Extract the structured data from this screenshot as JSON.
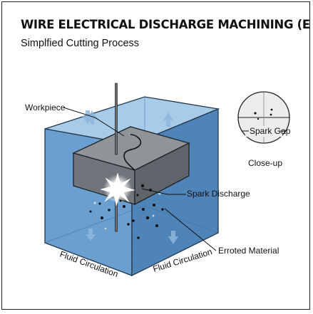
{
  "header": {
    "title": "WIRE ELECTRICAL DISCHARGE MACHINING (EDM)",
    "subtitle": "Simplfied Cutting Process"
  },
  "labels": {
    "workpiece": "Workpiece",
    "spark_discharge": "Spark Discharge",
    "erroted_material": "Erroted Material",
    "fluid_left": "Fluid Circulation",
    "fluid_right": "Fluid Circulation",
    "spark_gap": "Spark Gap",
    "closeup": "Close-up"
  },
  "colors": {
    "fluid_front": "#6a9fd0",
    "fluid_side": "#4f84b9",
    "fluid_top": "#a9cbea",
    "workpiece_top": "#8f9499",
    "workpiece_front": "#6f757b",
    "workpiece_side": "#5e646a",
    "arrow": "#8fb6dc"
  }
}
